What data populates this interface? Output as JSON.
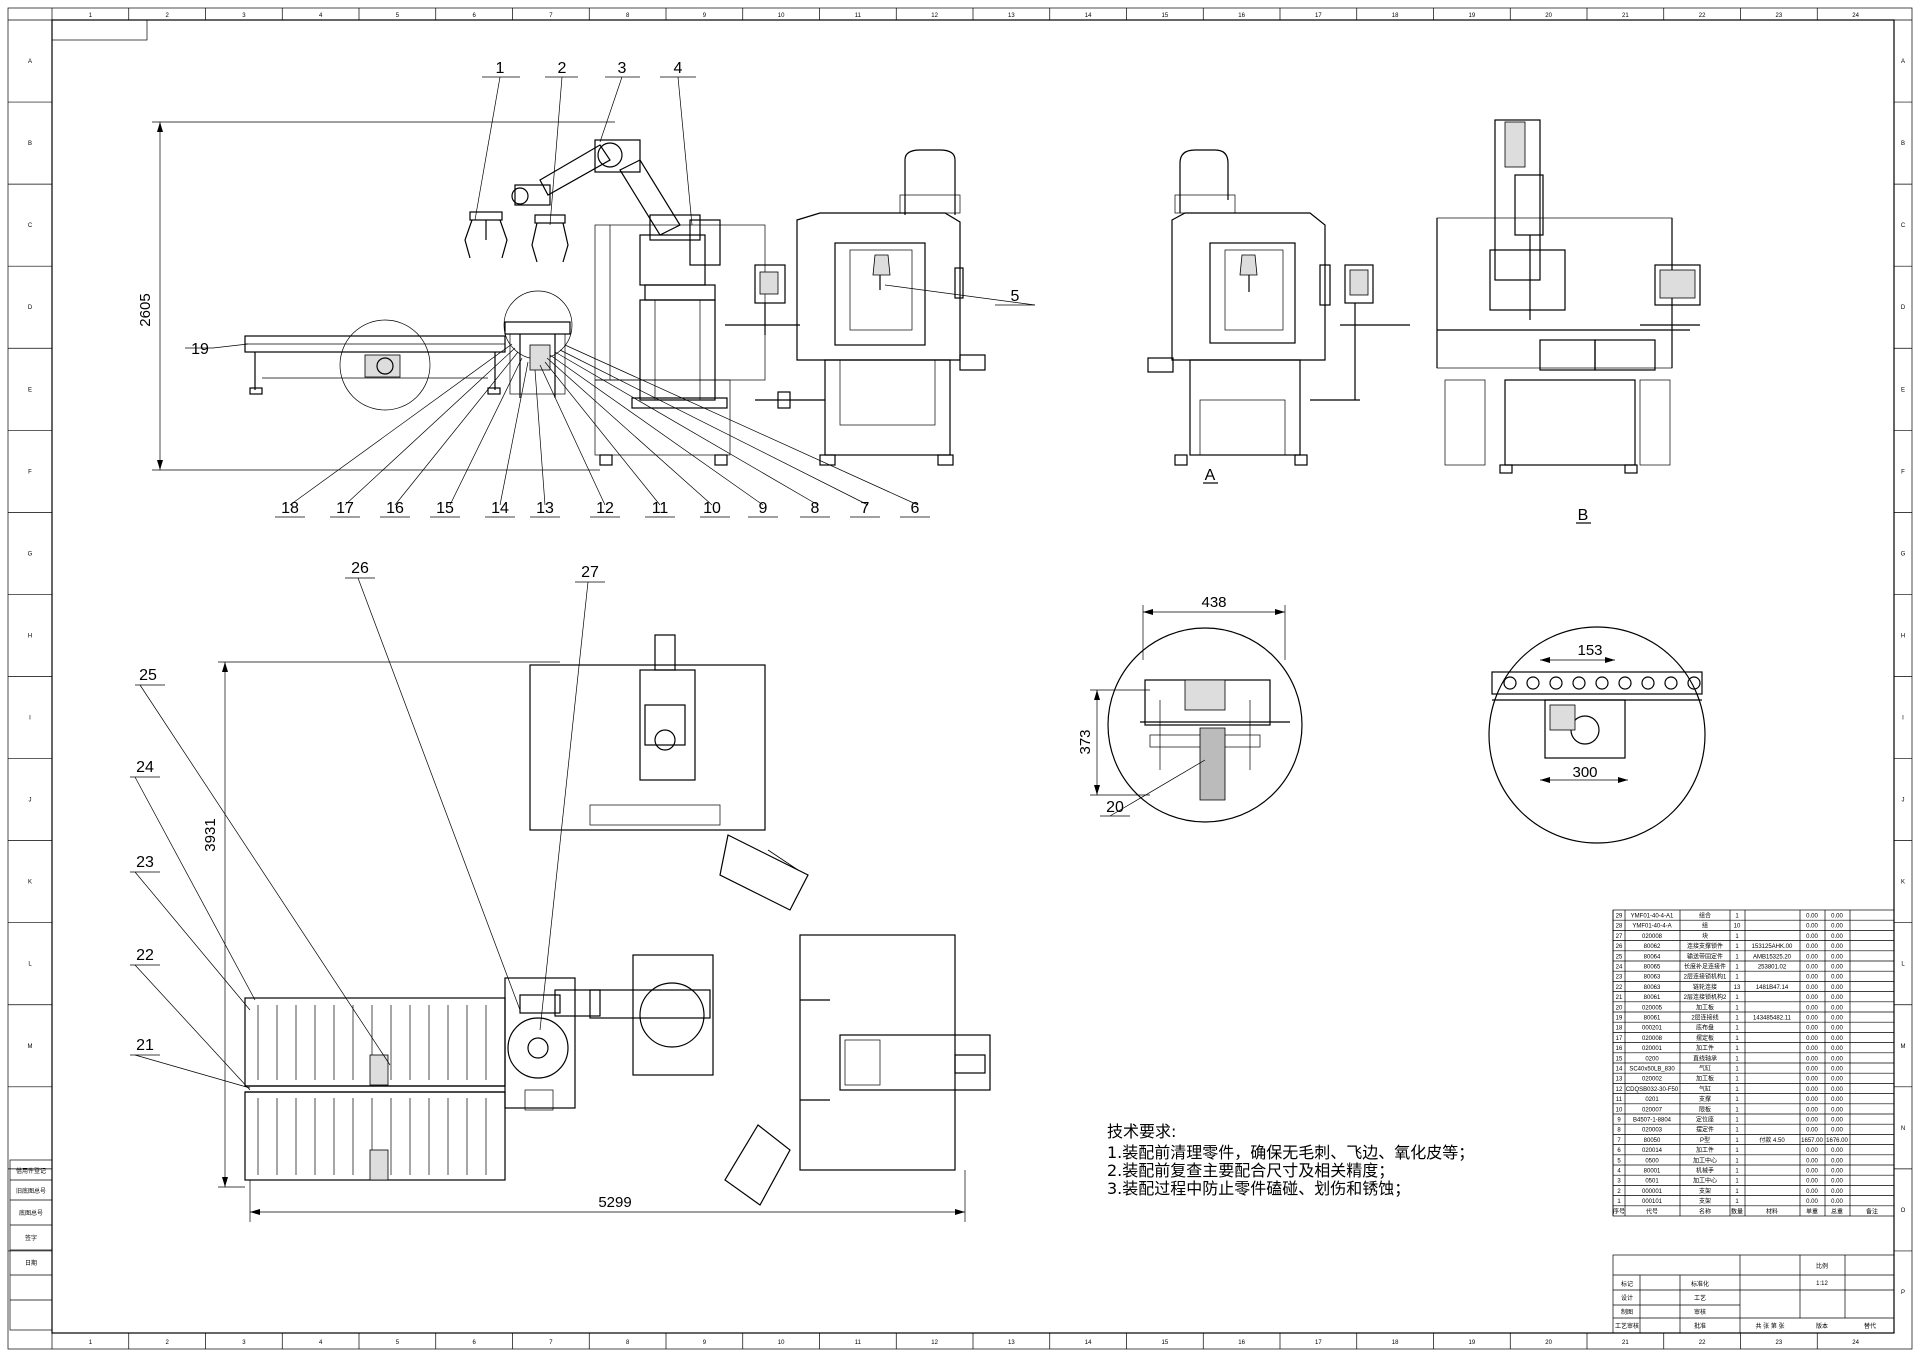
{
  "border": {
    "col_labels": [
      "1",
      "2",
      "3",
      "4",
      "5",
      "6",
      "7",
      "8",
      "9",
      "10",
      "11",
      "12",
      "13",
      "14",
      "15",
      "16",
      "17",
      "18",
      "19",
      "20",
      "21",
      "22",
      "23",
      "24"
    ],
    "row_labels": [
      "A",
      "B",
      "C",
      "D",
      "E",
      "F",
      "G",
      "H",
      "I",
      "J",
      "K",
      "L",
      "M",
      "N",
      "O",
      "P"
    ]
  },
  "top_view": {
    "balloons": [
      "1",
      "2",
      "3",
      "4",
      "5",
      "6",
      "7",
      "8",
      "9",
      "10",
      "11",
      "12",
      "13",
      "14",
      "15",
      "16",
      "17",
      "18",
      "19"
    ],
    "dim_height": "2605"
  },
  "side_labels": {
    "view_a": "A",
    "view_b": "B"
  },
  "plan_view": {
    "balloons": [
      "21",
      "22",
      "23",
      "24",
      "25",
      "26",
      "27"
    ],
    "dim_height": "3931",
    "dim_width": "5299"
  },
  "detail_1": {
    "dim_width": "438",
    "dim_height": "373",
    "balloon": "20"
  },
  "detail_2": {
    "dim_top": "153",
    "dim_bottom": "300"
  },
  "notes": {
    "title": "技术要求:",
    "lines": [
      "1.装配前清理零件，确保无毛刺、飞边、氧化皮等；",
      "2.装配前复查主要配合尺寸及相关精度；",
      "3.装配过程中防止零件磕碰、划伤和锈蚀；"
    ]
  },
  "bom": {
    "rows": [
      [
        "29",
        "YMF01-40-4-A1",
        "组合",
        "1",
        "",
        "0.00",
        "0.00"
      ],
      [
        "28",
        "YMF01-40-4-A",
        "组",
        "10",
        "",
        "0.00",
        "0.00"
      ],
      [
        "27",
        "020008",
        "块",
        "1",
        "",
        "0.00",
        "0.00"
      ],
      [
        "26",
        "80062",
        "连接支撑锁件",
        "1",
        "153125AHK.00",
        "0.00",
        "0.00"
      ],
      [
        "25",
        "80064",
        "输送带固定件",
        "1",
        "AMB15325.20",
        "0.00",
        "0.00"
      ],
      [
        "24",
        "80065",
        "长度补足连接件",
        "1",
        "253801.02",
        "0.00",
        "0.00"
      ],
      [
        "23",
        "80063",
        "2层连接锁机构1",
        "1",
        "",
        "0.00",
        "0.00"
      ],
      [
        "22",
        "80063",
        "链轮连接",
        "13",
        "1481B47.14",
        "0.00",
        "0.00"
      ],
      [
        "21",
        "80061",
        "2层连接锁机构2",
        "1",
        "",
        "0.00",
        "0.00"
      ],
      [
        "20",
        "020005",
        "加工板",
        "1",
        "",
        "0.00",
        "0.00"
      ],
      [
        "19",
        "80061",
        "2层连接线",
        "1",
        "143485482.11",
        "0.00",
        "0.00"
      ],
      [
        "18",
        "000201",
        "底布盘",
        "1",
        "",
        "0.00",
        "0.00"
      ],
      [
        "17",
        "020008",
        "摆定板",
        "1",
        "",
        "0.00",
        "0.00"
      ],
      [
        "16",
        "020001",
        "加工件",
        "1",
        "",
        "0.00",
        "0.00"
      ],
      [
        "15",
        "0200",
        "直线轴承",
        "1",
        "",
        "0.00",
        "0.00"
      ],
      [
        "14",
        "SC40x50LB_830",
        "气缸",
        "1",
        "",
        "0.00",
        "0.00"
      ],
      [
        "13",
        "020002",
        "加工板",
        "1",
        "",
        "0.00",
        "0.00"
      ],
      [
        "12",
        "CDQSB032-30-F50",
        "气缸",
        "1",
        "",
        "0.00",
        "0.00"
      ],
      [
        "11",
        "0201",
        "支撑",
        "1",
        "",
        "0.00",
        "0.00"
      ],
      [
        "10",
        "020007",
        "限板",
        "1",
        "",
        "0.00",
        "0.00"
      ],
      [
        "9",
        "B4507-1-8804",
        "定位座",
        "1",
        "",
        "0.00",
        "0.00"
      ],
      [
        "8",
        "020003",
        "摆定件",
        "1",
        "",
        "0.00",
        "0.00"
      ],
      [
        "7",
        "80050",
        "P型",
        "1",
        "付款 4.50",
        "1657.00",
        "1676.00"
      ],
      [
        "6",
        "020014",
        "加工件",
        "1",
        "",
        "0.00",
        "0.00"
      ],
      [
        "5",
        "0500",
        "加工中心",
        "1",
        "",
        "0.00",
        "0.00"
      ],
      [
        "4",
        "80001",
        "机械手",
        "1",
        "",
        "0.00",
        "0.00"
      ],
      [
        "3",
        "0501",
        "加工中心",
        "1",
        "",
        "0.00",
        "0.00"
      ],
      [
        "2",
        "000001",
        "支架",
        "1",
        "",
        "0.00",
        "0.00"
      ],
      [
        "1",
        "000101",
        "支架",
        "1",
        "",
        "0.00",
        "0.00"
      ]
    ],
    "header": [
      "序号",
      "代号",
      "名称",
      "数量",
      "材料",
      "单重",
      "总重",
      "备注"
    ],
    "title_block": {
      "scale_label": "比例",
      "scale": "1:12",
      "row_labels": [
        "标记",
        "设计",
        "制图",
        "工艺审核"
      ],
      "mid_labels": [
        "标准化",
        "工艺",
        "审核",
        "批准"
      ],
      "sheet": "共 张 第 张",
      "version": "版本",
      "replace": "替代"
    }
  },
  "left_strip": [
    "借用件登记",
    "旧底图总号",
    "底图总号",
    "签字",
    "日期"
  ]
}
